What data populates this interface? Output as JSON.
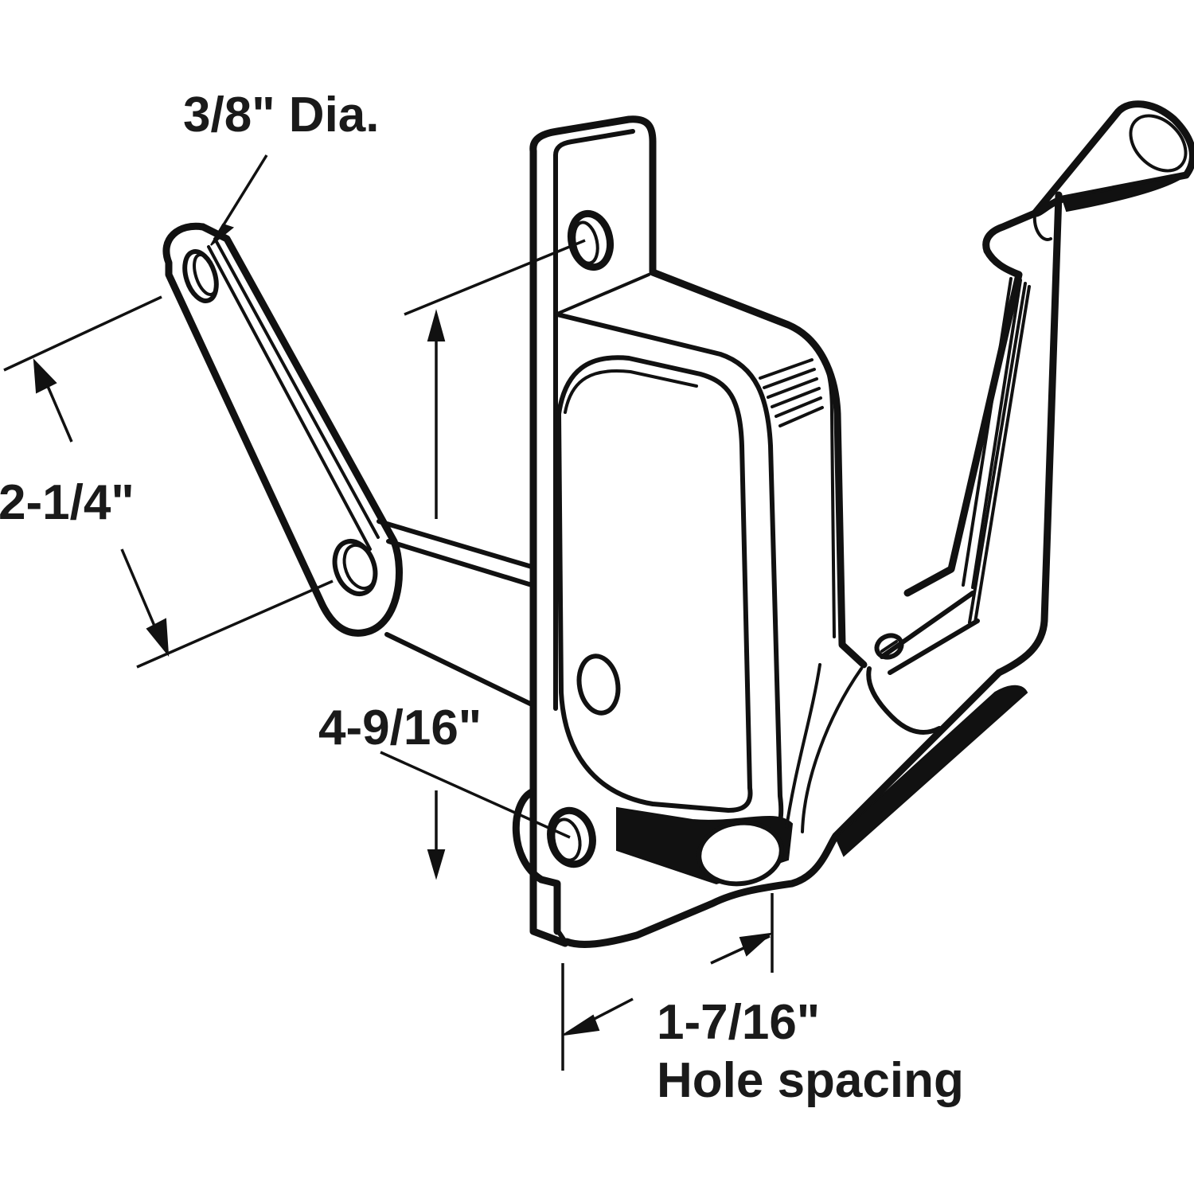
{
  "diagram": {
    "subject": "Casement window operator with crank handle",
    "colors": {
      "line": "#111111",
      "background": "#ffffff",
      "text": "#1a1a1a"
    },
    "labels": {
      "link_hole_diameter": "3/8\" Dia.",
      "link_hole_span": "2-1/4\"",
      "mount_hole_span": "4-9/16\"",
      "hole_spacing_value": "1-7/16\"",
      "hole_spacing_caption": "Hole spacing"
    },
    "parts": [
      {
        "id": "link-arm",
        "name": "Link arm"
      },
      {
        "id": "mounting-plate",
        "name": "Mounting plate"
      },
      {
        "id": "gear-housing",
        "name": "Gear housing"
      },
      {
        "id": "crank-handle",
        "name": "Crank handle"
      },
      {
        "id": "drive-arm",
        "name": "Drive arm"
      }
    ]
  }
}
